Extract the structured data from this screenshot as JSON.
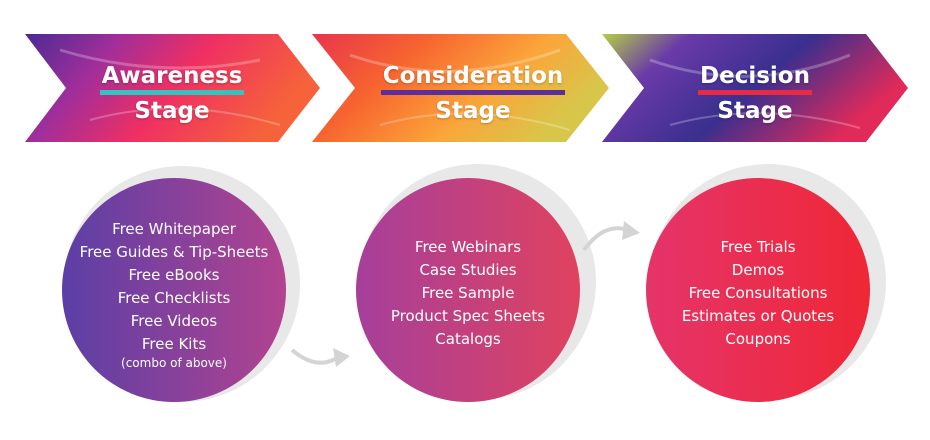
{
  "stages": [
    {
      "title_line1": "Awareness",
      "title_line2": "Stage",
      "underline_color": "#35c3c2",
      "items": [
        "Free Whitepaper",
        "Free Guides & Tip-Sheets",
        "Free eBooks",
        "Free Checklists",
        "Free Videos",
        "Free Kits"
      ],
      "note": "(combo of above)"
    },
    {
      "title_line1": "Consideration",
      "title_line2": "Stage",
      "underline_color": "#5a2f9c",
      "items": [
        "Free Webinars",
        "Case Studies",
        "Free Sample",
        "Product Spec Sheets",
        "Catalogs"
      ]
    },
    {
      "title_line1": "Decision",
      "title_line2": "Stage",
      "underline_color": "#e82b43",
      "items": [
        "Free Trials",
        "Demos",
        "Free Consultations",
        "Estimates or Quotes",
        "Coupons"
      ]
    }
  ],
  "colors": {
    "circle1": [
      "#5b3fa6",
      "#b2438f"
    ],
    "circle2": [
      "#a63f9b",
      "#e0425f"
    ],
    "circle3": [
      "#e5346a",
      "#ef2736"
    ],
    "connector_arrow": "#d4d4d4"
  }
}
